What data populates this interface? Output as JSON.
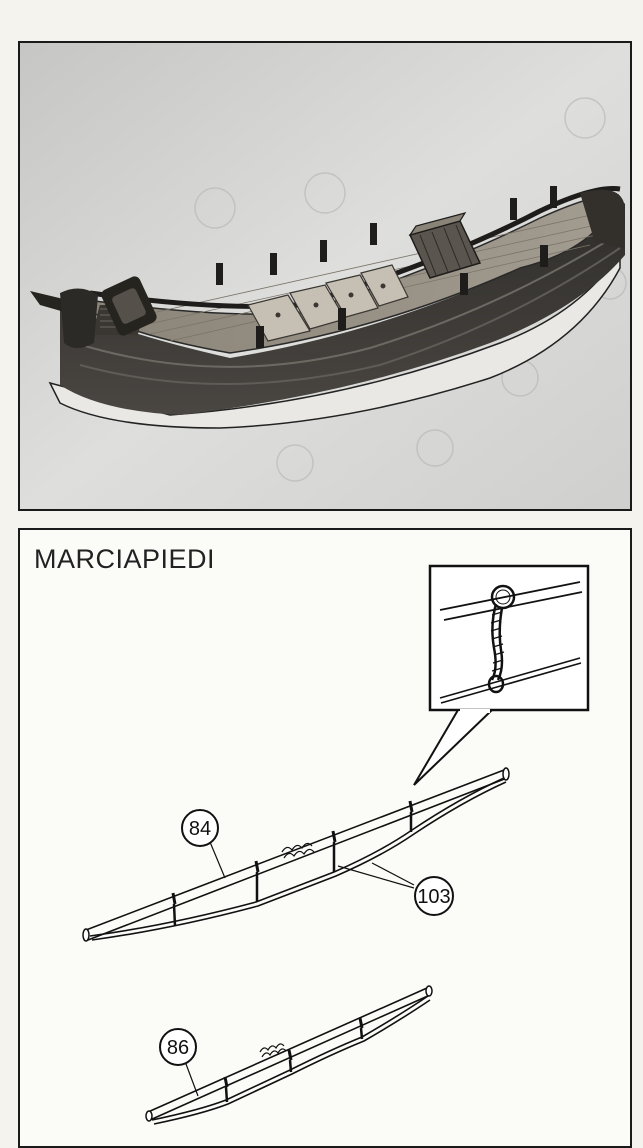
{
  "section": {
    "title": "MARCIAPIEDI"
  },
  "callouts": {
    "a": "84",
    "b": "103",
    "c": "86"
  },
  "photo": {
    "subject": "ship-hull-model"
  }
}
